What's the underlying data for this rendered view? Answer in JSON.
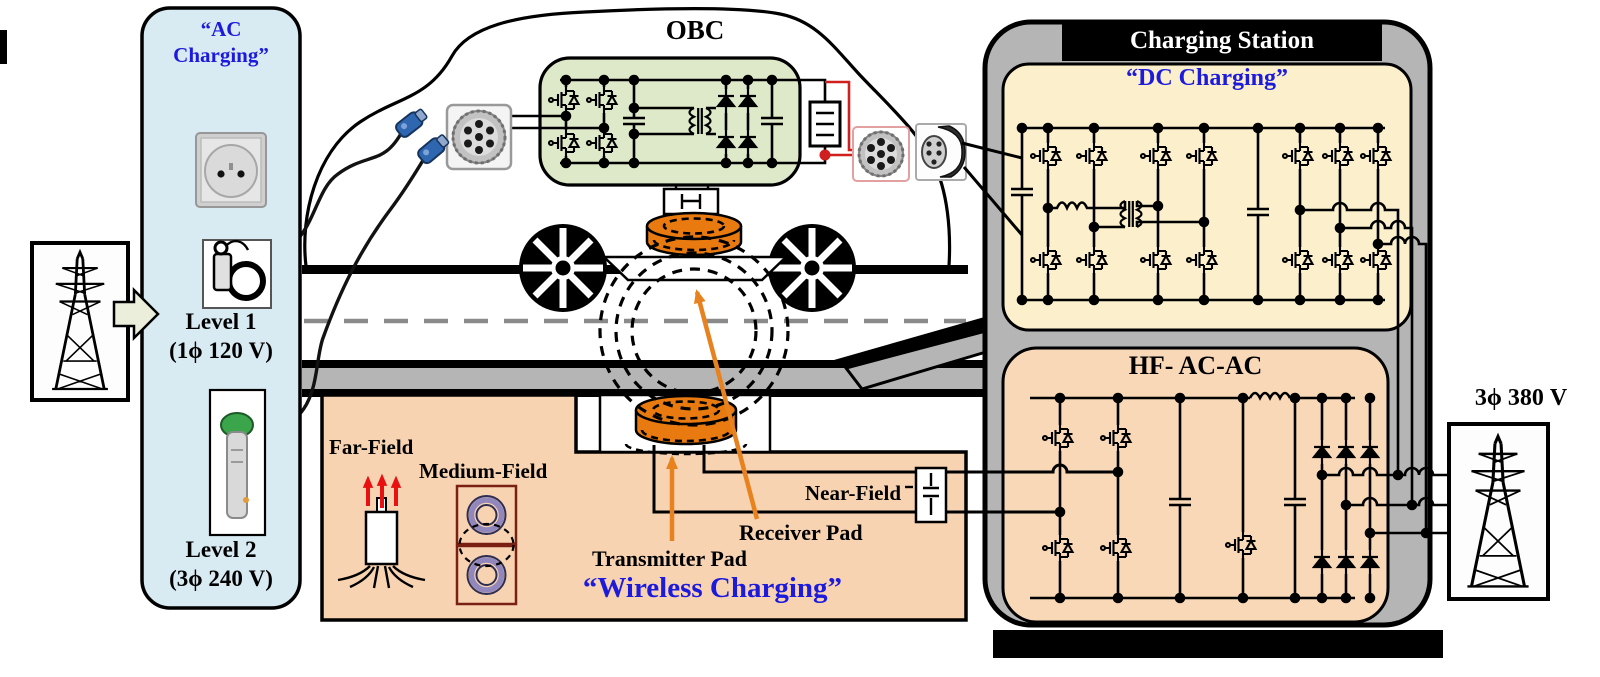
{
  "diagram": {
    "ac_panel": {
      "title_line1": "“AC",
      "title_line2": "Charging”",
      "level1": {
        "label": "Level 1",
        "voltage": "(1ϕ 120 V)"
      },
      "level2": {
        "label": "Level 2",
        "voltage": "(3ϕ 240 V)"
      }
    },
    "vehicle": {
      "obc_label": "OBC"
    },
    "charging_station": {
      "title": "Charging Station",
      "dc_block_title": "“DC Charging”",
      "hf_block_title": "HF- AC-AC"
    },
    "grid": {
      "supply_voltage": "3ϕ 380 V"
    },
    "wireless": {
      "title": "“Wireless Charging”",
      "far_field_label": "Far-Field",
      "medium_field_label": "Medium-Field",
      "near_field_label": "Near-Field",
      "transmitter_label": "Transmitter Pad",
      "receiver_label": "Receiver Pad"
    },
    "colors": {
      "accent_blue": "#1b1add",
      "panel_blue": "#d8eaf2",
      "obc_green": "#dde9c9",
      "station_gray": "#b5b5b5",
      "dc_cream": "#fbf0cb",
      "hf_peach": "#f9d8b7",
      "wireless_peach": "#f8d3b2",
      "pad_orange": "#e87a10",
      "wire_red": "#cf1f1f",
      "arrow_red": "#e81010",
      "arrow_orange": "#e8821e",
      "coil_purple": "#9187bd"
    }
  }
}
